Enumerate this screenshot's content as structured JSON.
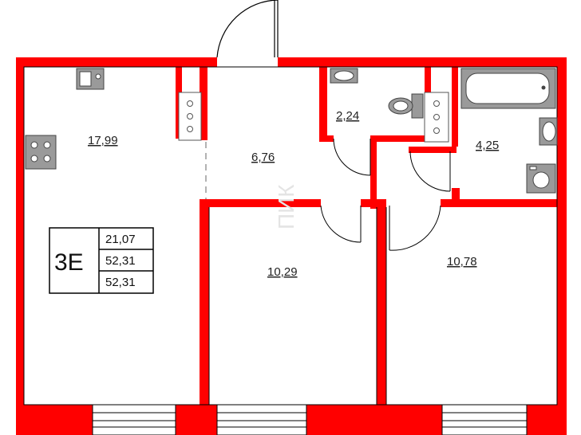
{
  "colors": {
    "wall": "#ff0000",
    "line": "#000000",
    "fixture": "#9a9a9a"
  },
  "rooms": [
    {
      "id": "kitchen-living",
      "label": "17,99"
    },
    {
      "id": "hall",
      "label": "6,76"
    },
    {
      "id": "toilet",
      "label": "2,24"
    },
    {
      "id": "bathroom",
      "label": "4,25"
    },
    {
      "id": "bedroom-1",
      "label": "10,29"
    },
    {
      "id": "bedroom-2",
      "label": "10,78"
    }
  ],
  "summary": {
    "type": "3E",
    "living_area": "21,07",
    "total_area": "52,31",
    "total_area_with_balcony": "52,31"
  },
  "fixtures": [
    "sink-icon",
    "stove-icon",
    "toilet-icon",
    "bathtub-icon",
    "washbasin-icon",
    "washing-machine-icon",
    "vent-shaft-icon"
  ],
  "watermark": "ПИК"
}
